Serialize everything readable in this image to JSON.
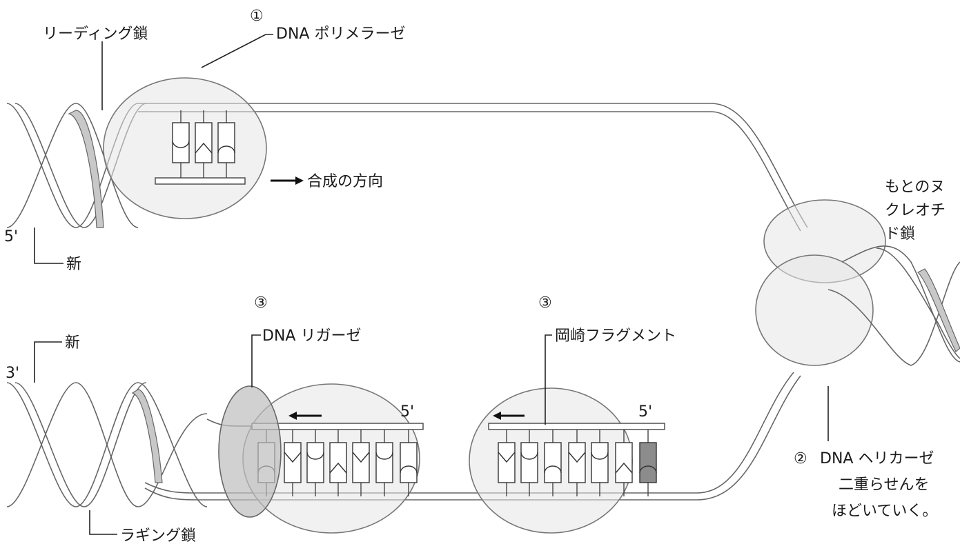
{
  "labels": {
    "leading_strand": "リーディング鎖",
    "marker1": "①",
    "dna_polymerase": "DNA ポリメラーゼ",
    "synthesis_direction": "合成の方向",
    "five_prime_top": "5'",
    "new_top": "新",
    "original_strand_line1": "もとのヌ",
    "original_strand_line2": "クレオチ",
    "original_strand_line3": "ド鎖",
    "marker3_left": "③",
    "marker3_right": "③",
    "dna_ligase": "DNA リガーゼ",
    "okazaki_fragment": "岡崎フラグメント",
    "new_bottom": "新",
    "three_prime": "3'",
    "five_prime_mid": "5'",
    "five_prime_right": "5'",
    "marker2": "②",
    "dna_helicase": "DNA ヘリカーゼ",
    "helicase_desc_line1": "二重らせんを",
    "helicase_desc_line2": "ほどいていく。",
    "lagging_strand": "ラギング鎖"
  },
  "colors": {
    "enzyme_fill": "#e6e6e6",
    "ligase_fill": "#bdbdbd",
    "strand_shade": "#c8c8c8",
    "dark_nucleotide": "#8c8c8c"
  }
}
